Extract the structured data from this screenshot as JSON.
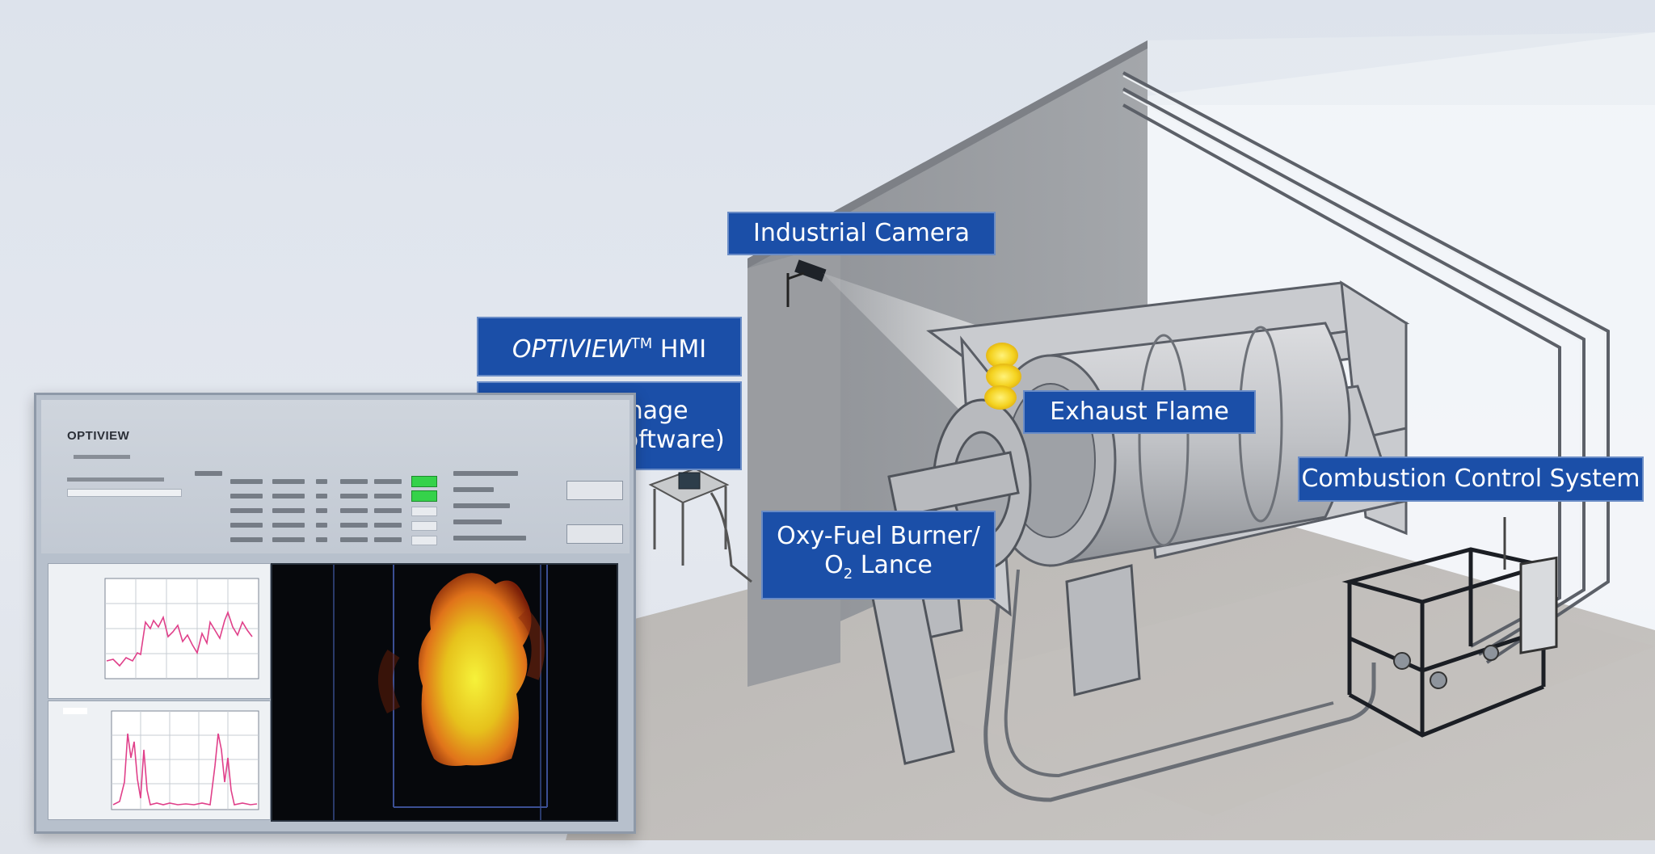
{
  "labels": {
    "industrial_camera": "Industrial Camera",
    "optiview_name": "OPTIVIEW",
    "optiview_tm": "TM",
    "optiview_hmi": " HMI",
    "flame_line1": "Flame Image",
    "flame_line2": "Analysis (software)",
    "exhaust_flame": "Exhaust Flame",
    "combustion_control": "Combustion Control System",
    "burner_line1": "Oxy-Fuel Burner/",
    "burner_o": "O",
    "burner_sub": "2",
    "burner_lance": " Lance"
  },
  "hmi": {
    "logo": "OPTIVIEW"
  },
  "colors": {
    "label_bg": "#1b4fa8",
    "flame": "#f2e23a",
    "chart_line": "#e0408a"
  }
}
